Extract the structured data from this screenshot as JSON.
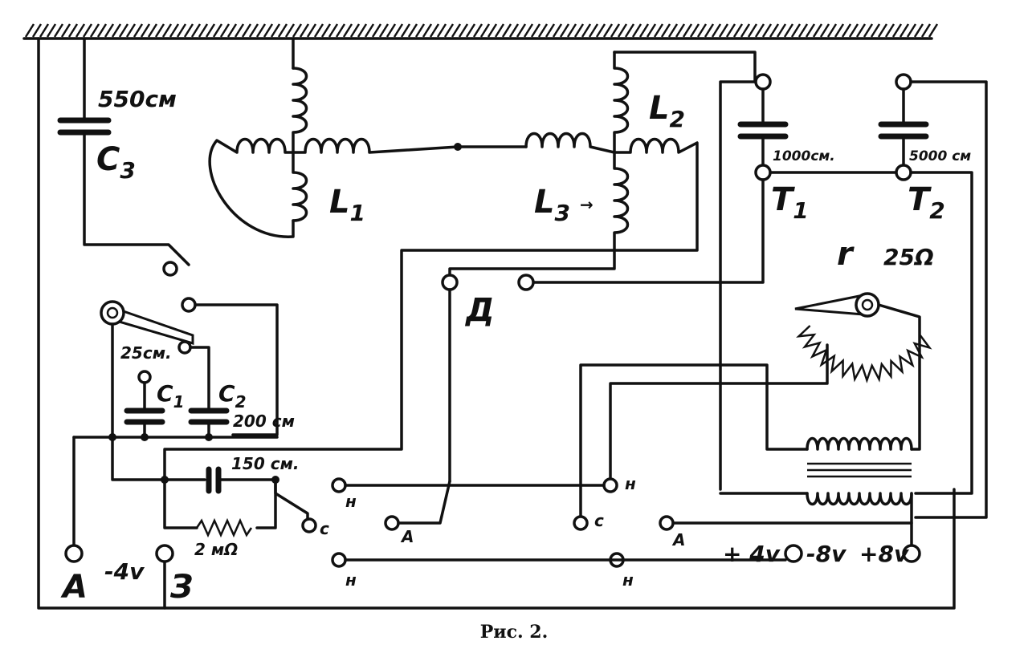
{
  "caption": "Рис. 2.",
  "labels": {
    "c3_value": "550см",
    "c3_name": "C",
    "c3_sub": "3",
    "l1_name": "L",
    "l1_sub": "1",
    "l2_name": "L",
    "l2_sub": "2",
    "l3_name": "L",
    "l3_sub": "3",
    "t1_value": "1000см.",
    "t1_name": "T",
    "t1_sub": "1",
    "t2_value": "5000 см",
    "t2_name": "T",
    "t2_sub": "2",
    "r_name": "r",
    "r_value": "25Ω",
    "d_label": "Д",
    "c1_value": "25см.",
    "c1_name": "C",
    "c1_sub": "1",
    "c2_name": "C",
    "c2_sub": "2",
    "c2_value": "200 см",
    "grid_cap_value": "150 см.",
    "leak_value": "2 мΩ",
    "h1": "н",
    "a1": "А",
    "h2": "н",
    "c_mid": "с",
    "c_left": "с",
    "a2": "А",
    "h3": "н",
    "h4": "н",
    "plus4": "+ 4v",
    "minus8": "-8v",
    "plus8": "+8v",
    "a_left": "А",
    "minus4": "-4v",
    "z_label": "З"
  }
}
